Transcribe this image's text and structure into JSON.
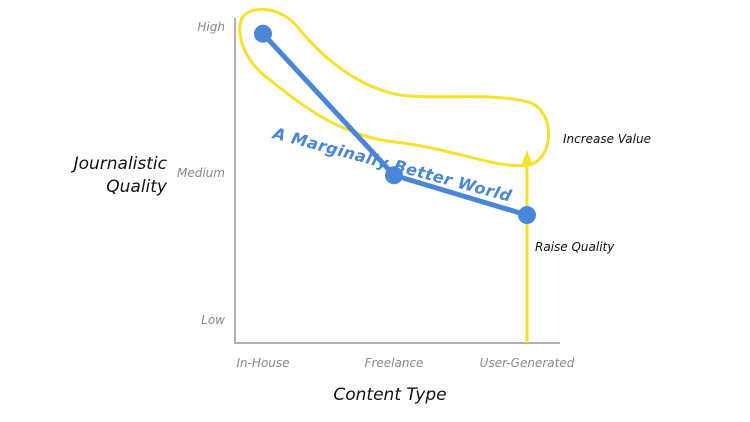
{
  "chart_data": {
    "type": "line",
    "categories": [
      "In-House",
      "Freelance",
      "User-Generated"
    ],
    "y_ticks": [
      "Low",
      "Medium",
      "High"
    ],
    "series": [
      {
        "values": [
          2.95,
          1.6,
          1.22
        ]
      }
    ],
    "ylim": [
      0,
      3.1
    ],
    "xlabel": "Content Type",
    "ylabel_line1": "Journalistic",
    "ylabel_line2": "Quality",
    "grid": false,
    "annotations": {
      "callout": "A Marginally Better World",
      "increase_value": "Increase Value",
      "raise_quality": "Raise Quality"
    },
    "colors": {
      "series": "#4a86d8",
      "highlight": "#f5e12e",
      "axis": "#b0b0b0"
    }
  }
}
